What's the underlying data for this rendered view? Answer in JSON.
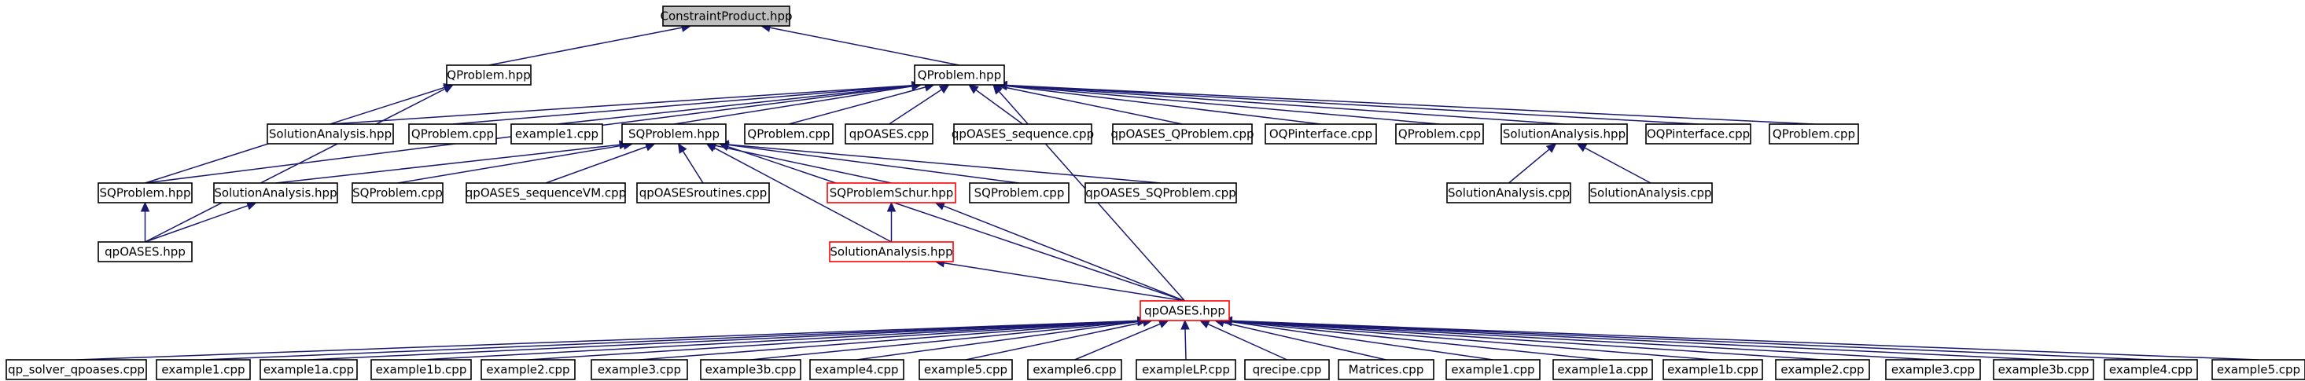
{
  "graph": {
    "nodes": [
      {
        "id": "n0",
        "label": "ConstraintProduct.hpp",
        "style": "root"
      },
      {
        "id": "n1",
        "label": "QProblem.hpp"
      },
      {
        "id": "n2",
        "label": "QProblem.hpp"
      },
      {
        "id": "n3",
        "label": "SQProblem.hpp"
      },
      {
        "id": "n4",
        "label": "qpOASES.hpp"
      },
      {
        "id": "n5",
        "label": "SolutionAnalysis.hpp"
      },
      {
        "id": "n6",
        "label": "QProblem.cpp"
      },
      {
        "id": "n7",
        "label": "example1.cpp"
      },
      {
        "id": "n8",
        "label": "SQProblem.hpp"
      },
      {
        "id": "n9",
        "label": "QProblem.cpp"
      },
      {
        "id": "n10",
        "label": "qpOASES.cpp"
      },
      {
        "id": "n11",
        "label": "qpOASES_sequence.cpp"
      },
      {
        "id": "n12",
        "label": "qpOASES_QProblem.cpp"
      },
      {
        "id": "n13",
        "label": "OQPinterface.cpp"
      },
      {
        "id": "n14",
        "label": "QProblem.cpp"
      },
      {
        "id": "n15",
        "label": "SolutionAnalysis.hpp"
      },
      {
        "id": "n16",
        "label": "OQPinterface.cpp"
      },
      {
        "id": "n17",
        "label": "QProblem.cpp"
      },
      {
        "id": "n18",
        "label": "qpOASES.hpp",
        "style": "red"
      },
      {
        "id": "n19",
        "label": "SolutionAnalysis.hpp"
      },
      {
        "id": "n20",
        "label": "SQProblem.cpp"
      },
      {
        "id": "n21",
        "label": "qpOASES_sequenceVM.cpp"
      },
      {
        "id": "n22",
        "label": "qpOASESroutines.cpp"
      },
      {
        "id": "n23",
        "label": "SQProblemSchur.hpp",
        "style": "red"
      },
      {
        "id": "n24",
        "label": "SolutionAnalysis.hpp",
        "style": "red"
      },
      {
        "id": "n25",
        "label": "SQProblem.cpp"
      },
      {
        "id": "n26",
        "label": "qpOASES_SQProblem.cpp"
      },
      {
        "id": "n27",
        "label": "SolutionAnalysis.cpp"
      },
      {
        "id": "n28",
        "label": "SolutionAnalysis.cpp"
      },
      {
        "id": "n29",
        "label": "qp_solver_qpoases.cpp"
      },
      {
        "id": "n30",
        "label": "example1.cpp"
      },
      {
        "id": "n31",
        "label": "example1a.cpp"
      },
      {
        "id": "n32",
        "label": "example1b.cpp"
      },
      {
        "id": "n33",
        "label": "example2.cpp"
      },
      {
        "id": "n34",
        "label": "example3.cpp"
      },
      {
        "id": "n35",
        "label": "example3b.cpp"
      },
      {
        "id": "n36",
        "label": "example4.cpp"
      },
      {
        "id": "n37",
        "label": "example5.cpp"
      },
      {
        "id": "n38",
        "label": "example6.cpp"
      },
      {
        "id": "n39",
        "label": "exampleLP.cpp"
      },
      {
        "id": "n40",
        "label": "qrecipe.cpp"
      },
      {
        "id": "n41",
        "label": "Matrices.cpp"
      },
      {
        "id": "n42",
        "label": "example1.cpp"
      },
      {
        "id": "n43",
        "label": "example1a.cpp"
      },
      {
        "id": "n44",
        "label": "example1b.cpp"
      },
      {
        "id": "n45",
        "label": "example2.cpp"
      },
      {
        "id": "n46",
        "label": "example3.cpp"
      },
      {
        "id": "n47",
        "label": "example3b.cpp"
      },
      {
        "id": "n48",
        "label": "example4.cpp"
      },
      {
        "id": "n49",
        "label": "example5.cpp"
      }
    ],
    "edges": [
      [
        "n1",
        "n0"
      ],
      [
        "n2",
        "n0"
      ],
      [
        "n3",
        "n1"
      ],
      [
        "n4",
        "n1"
      ],
      [
        "n5",
        "n2"
      ],
      [
        "n6",
        "n2"
      ],
      [
        "n7",
        "n2"
      ],
      [
        "n8",
        "n2"
      ],
      [
        "n9",
        "n2"
      ],
      [
        "n10",
        "n2"
      ],
      [
        "n11",
        "n2"
      ],
      [
        "n12",
        "n2"
      ],
      [
        "n13",
        "n2"
      ],
      [
        "n14",
        "n2"
      ],
      [
        "n15",
        "n2"
      ],
      [
        "n16",
        "n2"
      ],
      [
        "n17",
        "n2"
      ],
      [
        "n3",
        "n2"
      ],
      [
        "n18",
        "n2"
      ],
      [
        "n4",
        "n3"
      ],
      [
        "n24",
        "n23"
      ],
      [
        "n19",
        "n8"
      ],
      [
        "n20",
        "n8"
      ],
      [
        "n21",
        "n8"
      ],
      [
        "n22",
        "n8"
      ],
      [
        "n23",
        "n8"
      ],
      [
        "n24",
        "n8"
      ],
      [
        "n25",
        "n8"
      ],
      [
        "n26",
        "n8"
      ],
      [
        "n18",
        "n8"
      ],
      [
        "n4",
        "n19"
      ],
      [
        "n27",
        "n15"
      ],
      [
        "n28",
        "n15"
      ],
      [
        "n18",
        "n23"
      ],
      [
        "n18",
        "n24"
      ],
      [
        "n29",
        "n18"
      ],
      [
        "n30",
        "n18"
      ],
      [
        "n31",
        "n18"
      ],
      [
        "n32",
        "n18"
      ],
      [
        "n33",
        "n18"
      ],
      [
        "n34",
        "n18"
      ],
      [
        "n35",
        "n18"
      ],
      [
        "n36",
        "n18"
      ],
      [
        "n37",
        "n18"
      ],
      [
        "n38",
        "n18"
      ],
      [
        "n39",
        "n18"
      ],
      [
        "n40",
        "n18"
      ],
      [
        "n41",
        "n18"
      ],
      [
        "n42",
        "n18"
      ],
      [
        "n43",
        "n18"
      ],
      [
        "n44",
        "n18"
      ],
      [
        "n45",
        "n18"
      ],
      [
        "n46",
        "n18"
      ],
      [
        "n47",
        "n18"
      ],
      [
        "n48",
        "n18"
      ],
      [
        "n49",
        "n18"
      ]
    ]
  }
}
